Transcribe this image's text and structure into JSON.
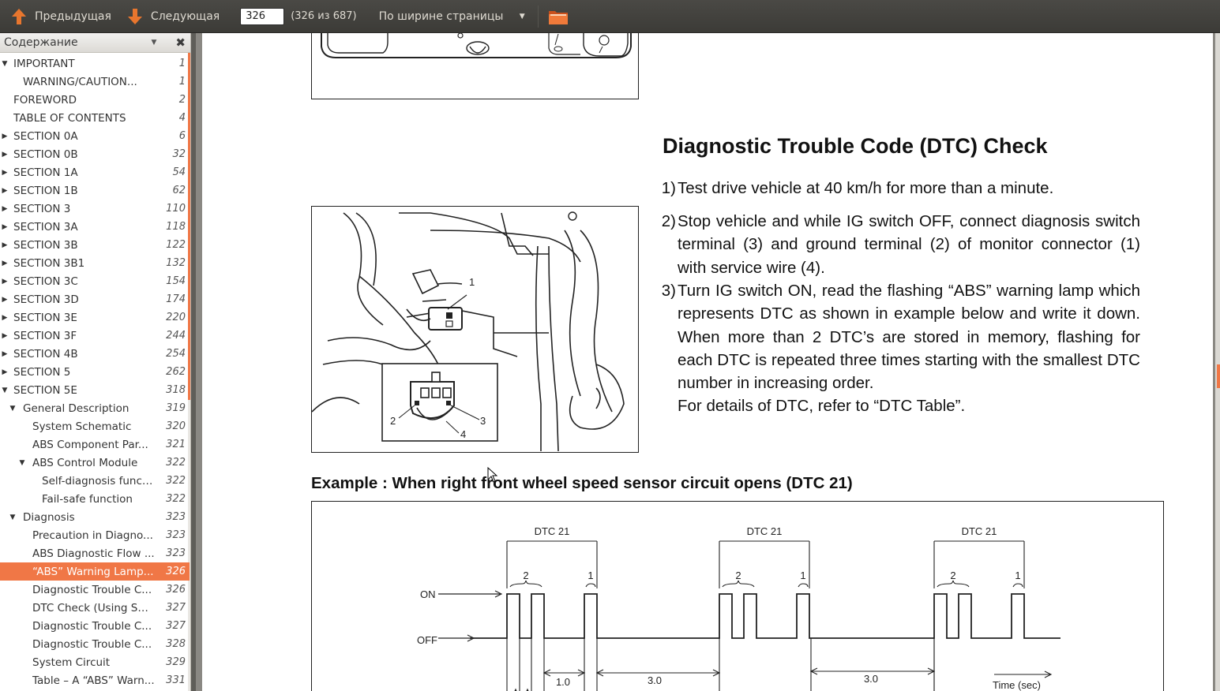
{
  "toolbar": {
    "prev_label": "Предыдущая",
    "next_label": "Следующая",
    "page_value": "326",
    "page_count": "(326 из 687)",
    "zoom_label": "По ширине страницы"
  },
  "sidebar": {
    "title": "Содержание",
    "items": [
      {
        "label": "IMPORTANT",
        "page": "1",
        "level": 0,
        "exp": "open"
      },
      {
        "label": "WARNING/CAUTION...",
        "page": "1",
        "level": 1,
        "exp": "none"
      },
      {
        "label": "FOREWORD",
        "page": "2",
        "level": 0,
        "exp": "none"
      },
      {
        "label": "TABLE OF CONTENTS",
        "page": "4",
        "level": 0,
        "exp": "none"
      },
      {
        "label": "SECTION 0A",
        "page": "6",
        "level": 0,
        "exp": "closed"
      },
      {
        "label": "SECTION 0B",
        "page": "32",
        "level": 0,
        "exp": "closed"
      },
      {
        "label": "SECTION 1A",
        "page": "54",
        "level": 0,
        "exp": "closed"
      },
      {
        "label": "SECTION 1B",
        "page": "62",
        "level": 0,
        "exp": "closed"
      },
      {
        "label": "SECTION 3",
        "page": "110",
        "level": 0,
        "exp": "closed"
      },
      {
        "label": "SECTION 3A",
        "page": "118",
        "level": 0,
        "exp": "closed"
      },
      {
        "label": "SECTION 3B",
        "page": "122",
        "level": 0,
        "exp": "closed"
      },
      {
        "label": "SECTION 3B1",
        "page": "132",
        "level": 0,
        "exp": "closed"
      },
      {
        "label": "SECTION 3C",
        "page": "154",
        "level": 0,
        "exp": "closed"
      },
      {
        "label": "SECTION 3D",
        "page": "174",
        "level": 0,
        "exp": "closed"
      },
      {
        "label": "SECTION 3E",
        "page": "220",
        "level": 0,
        "exp": "closed"
      },
      {
        "label": "SECTION 3F",
        "page": "244",
        "level": 0,
        "exp": "closed"
      },
      {
        "label": "SECTION 4B",
        "page": "254",
        "level": 0,
        "exp": "closed"
      },
      {
        "label": "SECTION 5",
        "page": "262",
        "level": 0,
        "exp": "closed"
      },
      {
        "label": "SECTION 5E",
        "page": "318",
        "level": 0,
        "exp": "open"
      },
      {
        "label": "General Description",
        "page": "319",
        "level": 1,
        "exp": "open"
      },
      {
        "label": "System Schematic",
        "page": "320",
        "level": 2,
        "exp": "none"
      },
      {
        "label": "ABS Component Par...",
        "page": "321",
        "level": 2,
        "exp": "none"
      },
      {
        "label": "ABS Control Module",
        "page": "322",
        "level": 2,
        "exp": "open"
      },
      {
        "label": "Self-diagnosis function",
        "page": "322",
        "level": 3,
        "exp": "none"
      },
      {
        "label": "Fail-safe function",
        "page": "322",
        "level": 3,
        "exp": "none"
      },
      {
        "label": "Diagnosis",
        "page": "323",
        "level": 1,
        "exp": "open"
      },
      {
        "label": "Precaution in Diagno...",
        "page": "323",
        "level": 2,
        "exp": "none"
      },
      {
        "label": "ABS Diagnostic Flow ...",
        "page": "323",
        "level": 2,
        "exp": "none"
      },
      {
        "label": "“ABS” Warning Lamp...",
        "page": "326",
        "level": 2,
        "exp": "none",
        "selected": true
      },
      {
        "label": "Diagnostic Trouble C...",
        "page": "326",
        "level": 2,
        "exp": "none"
      },
      {
        "label": "DTC Check (Using SU...",
        "page": "327",
        "level": 2,
        "exp": "none"
      },
      {
        "label": "Diagnostic Trouble C...",
        "page": "327",
        "level": 2,
        "exp": "none"
      },
      {
        "label": "Diagnostic Trouble C...",
        "page": "328",
        "level": 2,
        "exp": "none"
      },
      {
        "label": "System Circuit",
        "page": "329",
        "level": 2,
        "exp": "none"
      },
      {
        "label": "Table – A “ABS” Warn...",
        "page": "331",
        "level": 2,
        "exp": "none"
      }
    ]
  },
  "document": {
    "heading": "Diagnostic Trouble Code (DTC) Check",
    "steps": [
      {
        "num": "1)",
        "text": "Test drive vehicle at 40 km/h for more than a minute."
      },
      {
        "num": "2)",
        "text": "Stop vehicle and while IG switch OFF, connect diagnosis switch terminal (3) and ground terminal (2) of monitor connector (1) with service wire (4)."
      },
      {
        "num": "3)",
        "text": "Turn IG switch ON, read the flashing “ABS” warning lamp which represents DTC as shown in example below and write it down. When more than 2 DTC’s are stored in memory, flashing for each DTC is repeated three times starting with the smallest DTC number in increasing order."
      },
      {
        "num": "",
        "text": "For details of DTC, refer to “DTC Table”."
      }
    ],
    "example_title": "Example : When right front wheel speed sensor circuit opens (DTC 21)",
    "figure_labels": {
      "callout_1": "1",
      "callout_2": "2",
      "callout_3": "3",
      "callout_4": "4"
    },
    "timing": {
      "dtc_label": "DTC 21",
      "on_label": "ON",
      "off_label": "OFF",
      "group_2": "2",
      "group_1": "1",
      "interval_short": "1.0",
      "interval_long": "3.0",
      "time_label": "Time (sec)"
    }
  }
}
